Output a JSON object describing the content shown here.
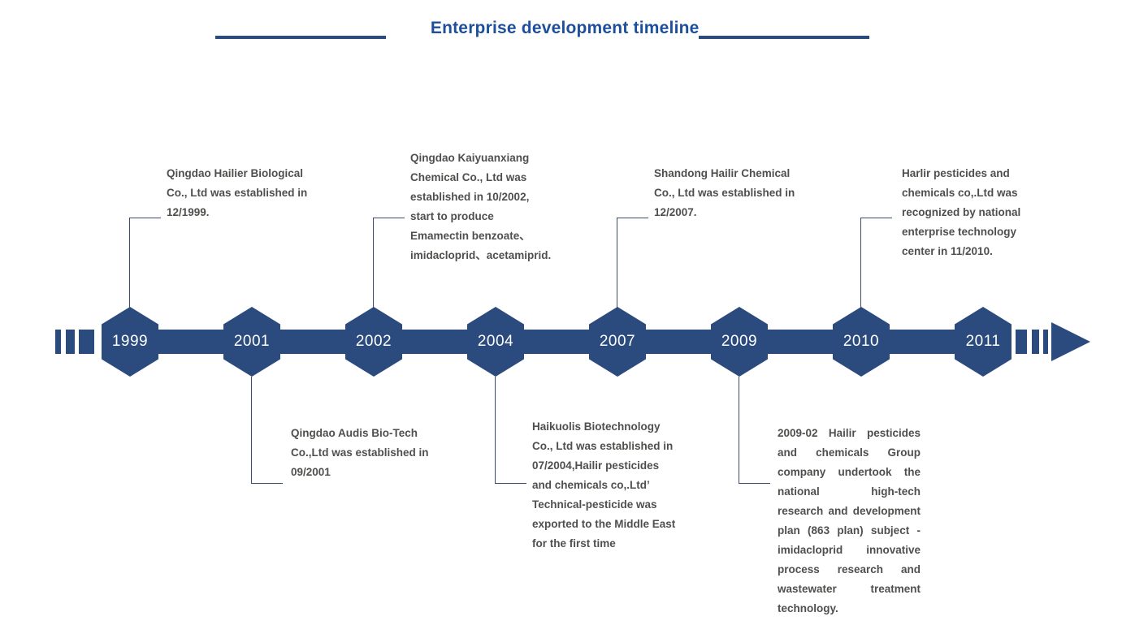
{
  "page": {
    "title": "Enterprise development timeline"
  },
  "colors": {
    "navy": "#2b4a7d",
    "title_blue": "#1d4f9c",
    "text": "#4f4f4d",
    "connector": "#3d4c6e",
    "year_text": "#ffffff"
  },
  "timeline": {
    "events": [
      {
        "year": "1999",
        "side": "top",
        "lines": [
          "Qingdao Hailier Biological",
          "Co., Ltd was established in",
          "12/1999."
        ]
      },
      {
        "year": "2001",
        "side": "bottom",
        "lines": [
          "Qingdao Audis Bio-Tech",
          "Co.,Ltd was established in",
          "09/2001"
        ]
      },
      {
        "year": "2002",
        "side": "top",
        "lines": [
          "Qingdao Kaiyuanxiang",
          "Chemical Co., Ltd was",
          "established in 10/2002,",
          "start to produce",
          "Emamectin benzoate、",
          "imidacloprid、acetamiprid."
        ]
      },
      {
        "year": "2004",
        "side": "bottom",
        "lines": [
          "Haikuolis Biotechnology",
          "Co., Ltd was established in",
          "07/2004,Hailir pesticides",
          "and chemicals co,.Ltd’",
          "Technical-pesticide was",
          "exported to the Middle East",
          "for the first time"
        ]
      },
      {
        "year": "2007",
        "side": "top",
        "lines": [
          "Shandong Hailir Chemical",
          "Co., Ltd was established in",
          "12/2007."
        ]
      },
      {
        "year": "2009",
        "side": "bottom",
        "lines": [
          "2009-02 Hailir pesticides",
          "and chemicals Group",
          "company undertook the",
          "national high-tech",
          "research and development",
          "plan (863 plan) subject -",
          "imidacloprid innovative",
          "process research and",
          "wastewater treatment",
          "technology."
        ]
      },
      {
        "year": "2010",
        "side": "top",
        "lines": [
          "Harlir pesticides and",
          "chemicals co,.Ltd was",
          "recognized by national",
          "enterprise technology",
          "center in 11/2010."
        ]
      },
      {
        "year": "2011",
        "side": "none",
        "lines": []
      }
    ]
  }
}
